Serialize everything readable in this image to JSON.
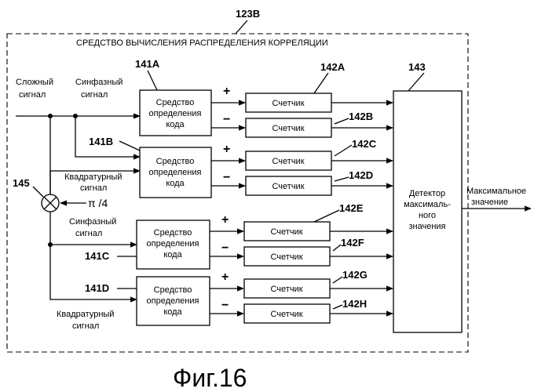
{
  "outer": {
    "ref": "123B",
    "title": "СРЕДСТВО ВЫЧИСЛЕНИЯ РАСПРЕДЕЛЕНИЯ КОРРЕЛЯЦИИ"
  },
  "inputs": {
    "complex_line1": "Сложный",
    "complex_line2": "сигнал",
    "inphase_line1": "Синфазный",
    "inphase_line2": "сигнал",
    "quad_line1": "Квадратурный",
    "quad_line2": "сигнал",
    "inphase2_line1": "Синфазный",
    "inphase2_line2": "сигнал",
    "quad2_line1": "Квадратурный",
    "quad2_line2": "сигнал"
  },
  "mixer": {
    "ref": "145",
    "phase": "π /4"
  },
  "decoders": [
    {
      "ref": "141A",
      "line1": "Средство",
      "line2": "определения",
      "line3": "кода"
    },
    {
      "ref": "141B",
      "line1": "Средство",
      "line2": "определения",
      "line3": "кода"
    },
    {
      "ref": "141C",
      "line1": "Средство",
      "line2": "определения",
      "line3": "кода"
    },
    {
      "ref": "141D",
      "line1": "Средство",
      "line2": "определения",
      "line3": "кода"
    }
  ],
  "signs": {
    "plus": "+",
    "minus": "−"
  },
  "counters": [
    {
      "ref": "142A",
      "label": "Счетчик"
    },
    {
      "ref": "142B",
      "label": "Счетчик"
    },
    {
      "ref": "142C",
      "label": "Счетчик"
    },
    {
      "ref": "142D",
      "label": "Счетчик"
    },
    {
      "ref": "142E",
      "label": "Счетчик"
    },
    {
      "ref": "142F",
      "label": "Счетчик"
    },
    {
      "ref": "142G",
      "label": "Счетчик"
    },
    {
      "ref": "142H",
      "label": "Счетчик"
    }
  ],
  "detector": {
    "ref": "143",
    "line1": "Детектор",
    "line2": "максималь-",
    "line3": "ного",
    "line4": "значения"
  },
  "output": {
    "line1": "Максимальное",
    "line2": "значение"
  },
  "caption": "Фиг.16"
}
